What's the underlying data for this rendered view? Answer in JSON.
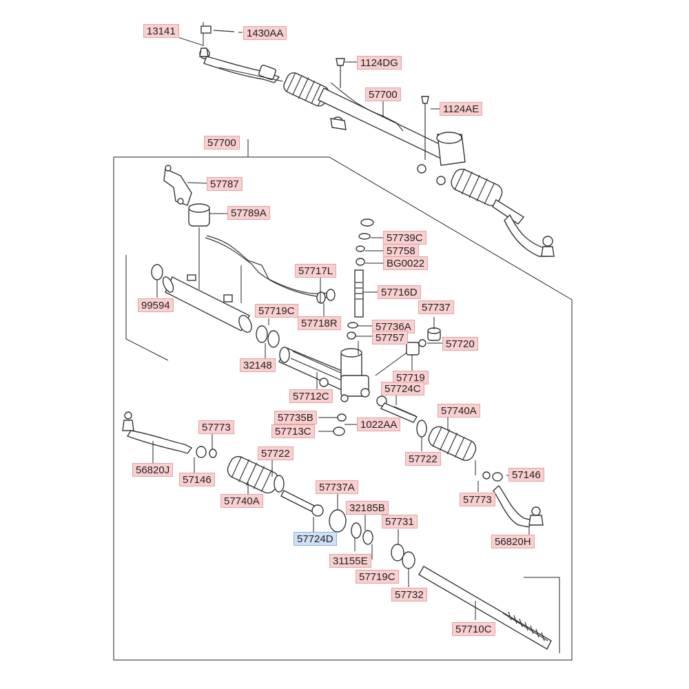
{
  "callouts": {
    "l13141": "13141",
    "l1430AA": "1430AA",
    "l1124DG": "1124DG",
    "l57700_top": "57700",
    "l1124AE": "1124AE",
    "l57700_box": "57700",
    "l57787": "57787",
    "l57789A": "57789A",
    "l57739C": "57739C",
    "l57758": "57758",
    "lBG0022": "BG0022",
    "l57717L": "57717L",
    "l99594": "99594",
    "l57716D": "57716D",
    "l57719C_a": "57719C",
    "l57718R": "57718R",
    "l57737": "57737",
    "l57736A": "57736A",
    "l57757": "57757",
    "l57720": "57720",
    "l32148": "32148",
    "l57719": "57719",
    "l57712C": "57712C",
    "l57724C": "57724C",
    "l57740A_r": "57740A",
    "l57735B": "57735B",
    "l57713C": "57713C",
    "l1022AA": "1022AA",
    "l57773_l": "57773",
    "l57722_l": "57722",
    "l57722_r": "57722",
    "l56820J": "56820J",
    "l57146_l": "57146",
    "l57740A_l": "57740A",
    "l57146_r": "57146",
    "l57737A": "57737A",
    "l57773_r": "57773",
    "l32185B": "32185B",
    "l57731": "57731",
    "l57724D": "57724D",
    "l56820H": "56820H",
    "l31155E": "31155E",
    "l57719C_b": "57719C",
    "l57732": "57732",
    "l57710C": "57710C"
  },
  "highlight": "57724D",
  "colors": {
    "callout_fill": "#f9cfcf",
    "callout_border": "#e3a3a3",
    "highlight_fill": "#cfe0f7",
    "line": "#222222"
  }
}
